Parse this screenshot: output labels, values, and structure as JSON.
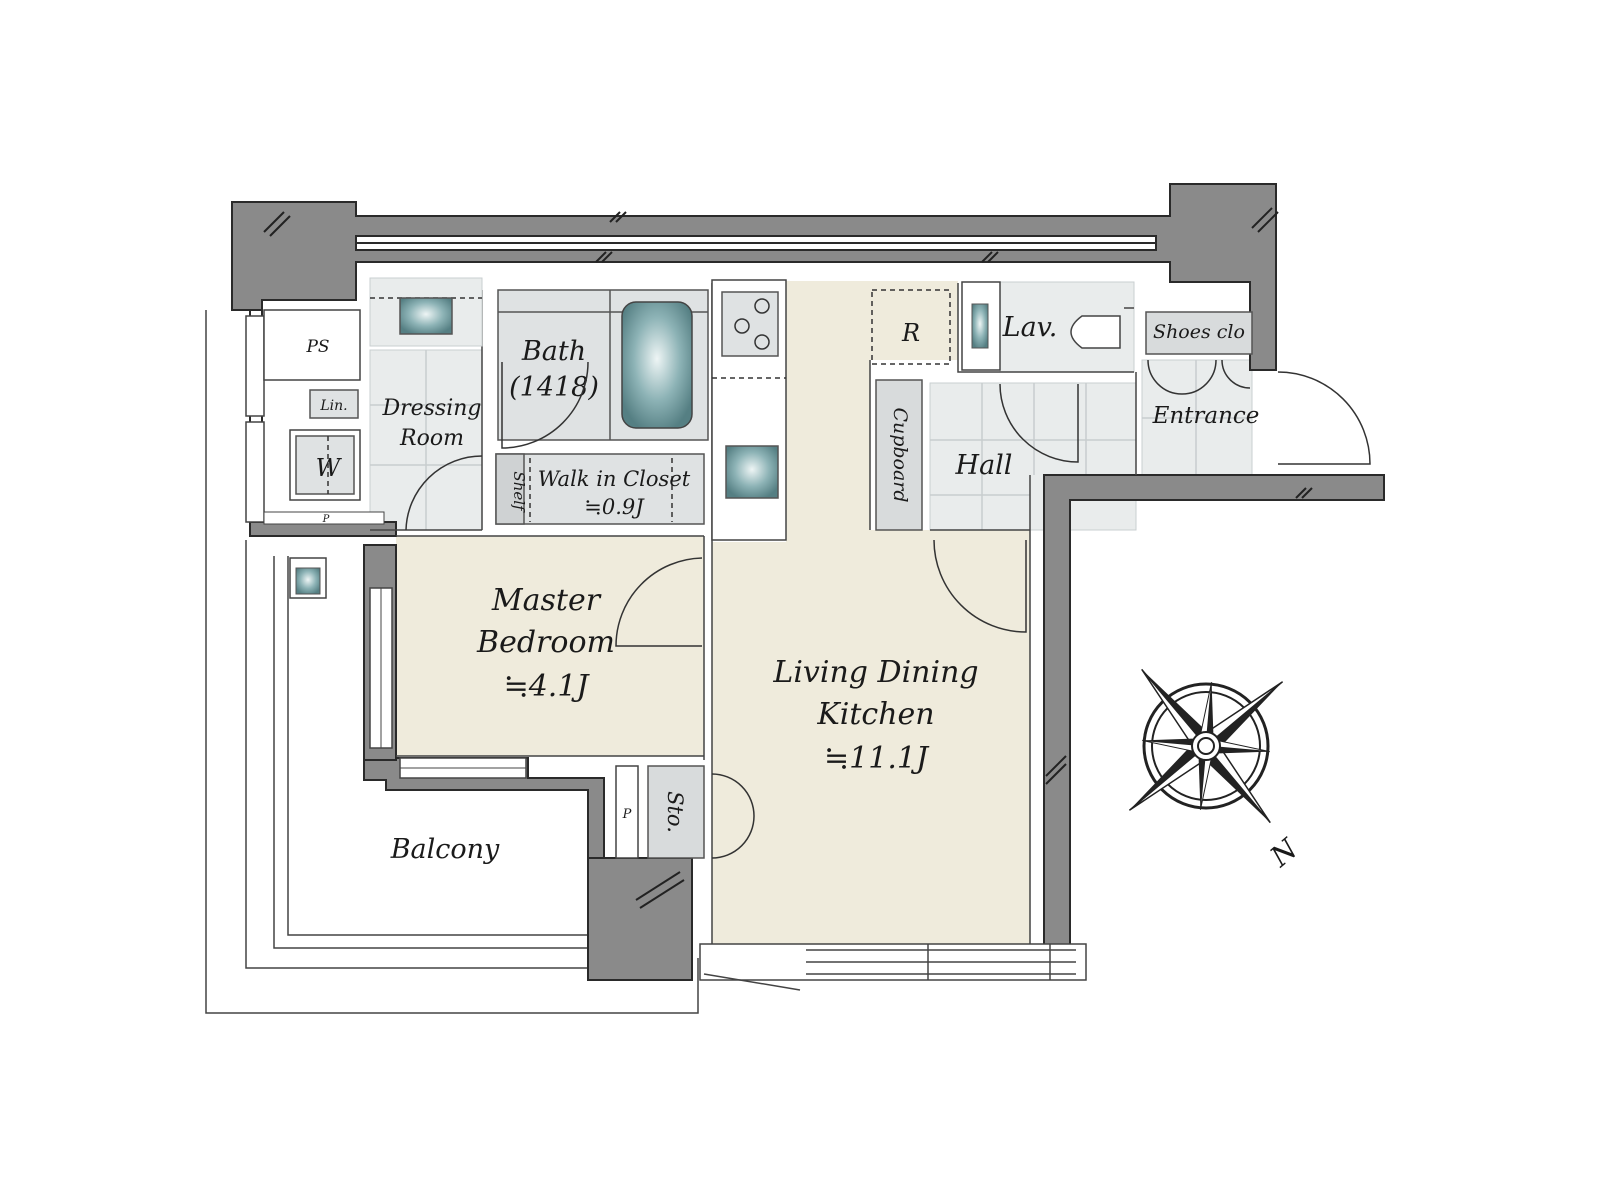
{
  "rooms": {
    "ps": "PS",
    "lin": "Lin.",
    "washer": "W",
    "p_small_1": "P",
    "dressing_l1": "Dressing",
    "dressing_l2": "Room",
    "bath_l1": "Bath",
    "bath_l2": "(1418)",
    "shelf": "Shelf",
    "wic_l1": "Walk in Closet",
    "wic_l2": "≒0.9J",
    "refrigerator": "R",
    "cupboard": "Cupboard",
    "lav": "Lav.",
    "shoes": "Shoes clo",
    "entrance": "Entrance",
    "hall": "Hall",
    "master_l1": "Master",
    "master_l2": "Bedroom",
    "master_l3": "≒4.1J",
    "ldk_l1": "Living Dining",
    "ldk_l2": "Kitchen",
    "ldk_l3": "≒11.1J",
    "storage": "Sto.",
    "p_small_2": "P",
    "balcony": "Balcony"
  },
  "compass": {
    "north": "N"
  },
  "colors": {
    "room_fill": "#efebdc",
    "tile_fill": "#e9ecec",
    "wall_fill": "#8a8a8a",
    "fixture_teal": "#6f9a9e"
  }
}
